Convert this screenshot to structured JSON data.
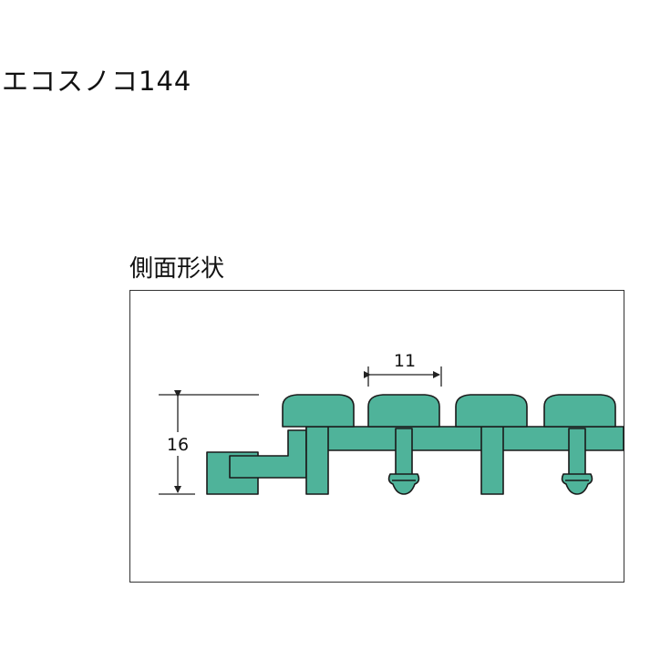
{
  "product": {
    "title": "エコスノコ144"
  },
  "section": {
    "label": "側面形状"
  },
  "dimensions": {
    "pitch": "11",
    "height": "16"
  },
  "colors": {
    "mat_fill": "#4fb39a",
    "mat_stroke": "#1a1a1a",
    "dimension_line": "#222222",
    "frame_border": "#333333"
  }
}
